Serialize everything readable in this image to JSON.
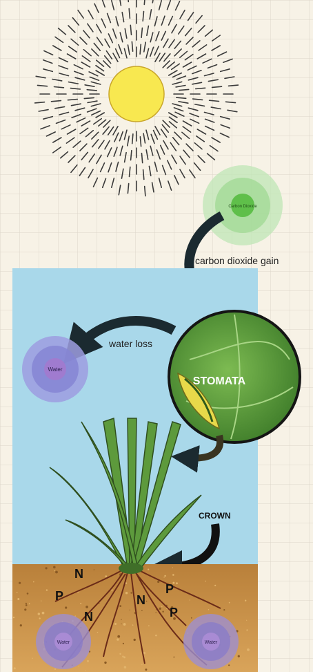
{
  "labels": {
    "carbon_dioxide_gain": "carbon dioxide gain",
    "water_loss": "water loss",
    "stomata": "STOMATA",
    "crown": "CROWN",
    "carbon_dioxide_bubble": "Carbon Dioxide",
    "water_bubble_left": "Water",
    "water_bubble_bottom_left": "Water",
    "water_bubble_bottom_right": "Water",
    "nutrients": [
      "N",
      "P",
      "N",
      "N",
      "P",
      "P"
    ]
  },
  "colors": {
    "background": "#f7f2e6",
    "grid": "#dcd6c9",
    "sky_panel": "#a9d8ea",
    "sun": "#f8e850",
    "soil": "#c08a3e",
    "leaf": "#5d9a3c",
    "arrow": "#1b2a30",
    "water_bubble": "#8f8fd8",
    "co2_bubble": "#8fd087"
  },
  "icons": [
    "sun-icon",
    "plant-icon",
    "arrow-icon"
  ]
}
